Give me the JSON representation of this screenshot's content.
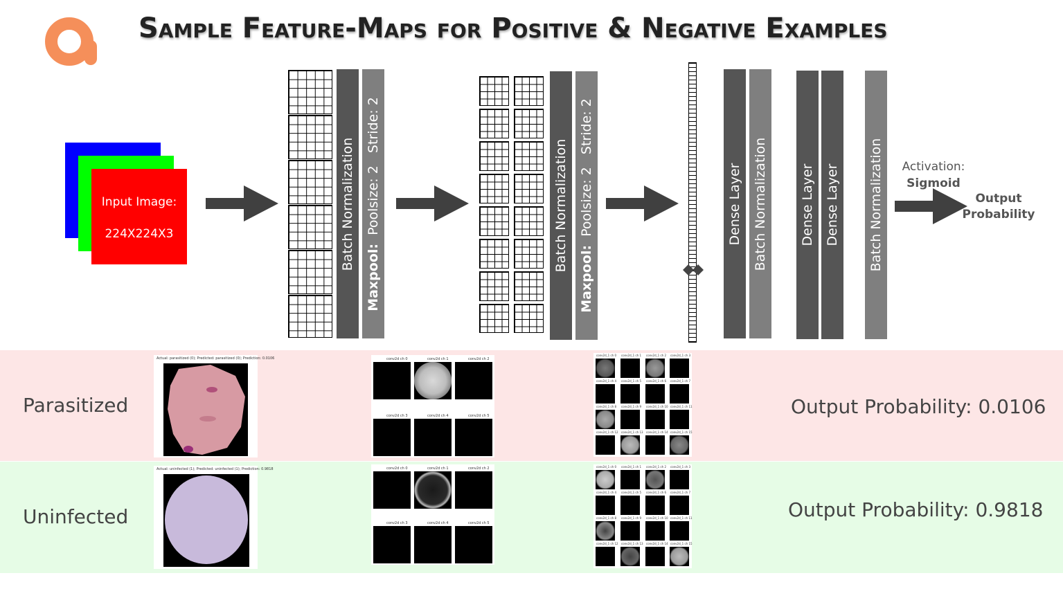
{
  "title": "Sample Feature-Maps for Positive & Negative Examples",
  "colors": {
    "logo": "#f58f5a",
    "red_layer": "#ff0000",
    "green_layer": "#00ff00",
    "blue_layer": "#0000ff",
    "positive_band": "#fde6e6",
    "negative_band": "#e6fce6",
    "dark_bar": "#555555",
    "light_bar": "#7f7f7f"
  },
  "input": {
    "label": "Input Image:",
    "dims": "224X224X3"
  },
  "block1": {
    "batchnorm": "Batch Normalization",
    "maxpool_label": "Maxpool:",
    "maxpool_params": "Poolsize: 2   Stride: 2"
  },
  "block2": {
    "batchnorm": "Batch Normalization",
    "maxpool_label": "Maxpool:",
    "maxpool_params": "Poolsize: 2   Stride: 2"
  },
  "dense": {
    "dense1": "Dense Layer",
    "bn1": "Batch Normalization",
    "dense2": "Dense Layer",
    "dense3": "Dense Layer",
    "bn2": "Batch Normalization"
  },
  "activation": {
    "label": "Activation:",
    "value": "Sigmoid"
  },
  "output": {
    "label": "Output Probability"
  },
  "rows": [
    {
      "label": "Parasitized",
      "caption": "Actual: parasitized (0); Predicted: parasitized (0); Prediction: 0.0106",
      "output": "Output Probability: 0.0106"
    },
    {
      "label": "Uninfected",
      "caption": "Actual: uninfected (1); Predicted: uninfected (1); Prediction: 0.9818",
      "output": "Output Probability: 0.9818"
    }
  ],
  "conv1_captions": [
    "conv2d ch 0",
    "conv2d ch 1",
    "conv2d ch 2",
    "conv2d ch 3",
    "conv2d ch 4",
    "conv2d ch 5"
  ],
  "conv2_captions": [
    "conv2d_1 ch 0",
    "conv2d_1 ch 1",
    "conv2d_1 ch 2",
    "conv2d_1 ch 3",
    "conv2d_1 ch 4",
    "conv2d_1 ch 5",
    "conv2d_1 ch 6",
    "conv2d_1 ch 7",
    "conv2d_1 ch 8",
    "conv2d_1 ch 9",
    "conv2d_1 ch 10",
    "conv2d_1 ch 11",
    "conv2d_1 ch 12",
    "conv2d_1 ch 13",
    "conv2d_1 ch 14",
    "conv2d_1 ch 15"
  ]
}
